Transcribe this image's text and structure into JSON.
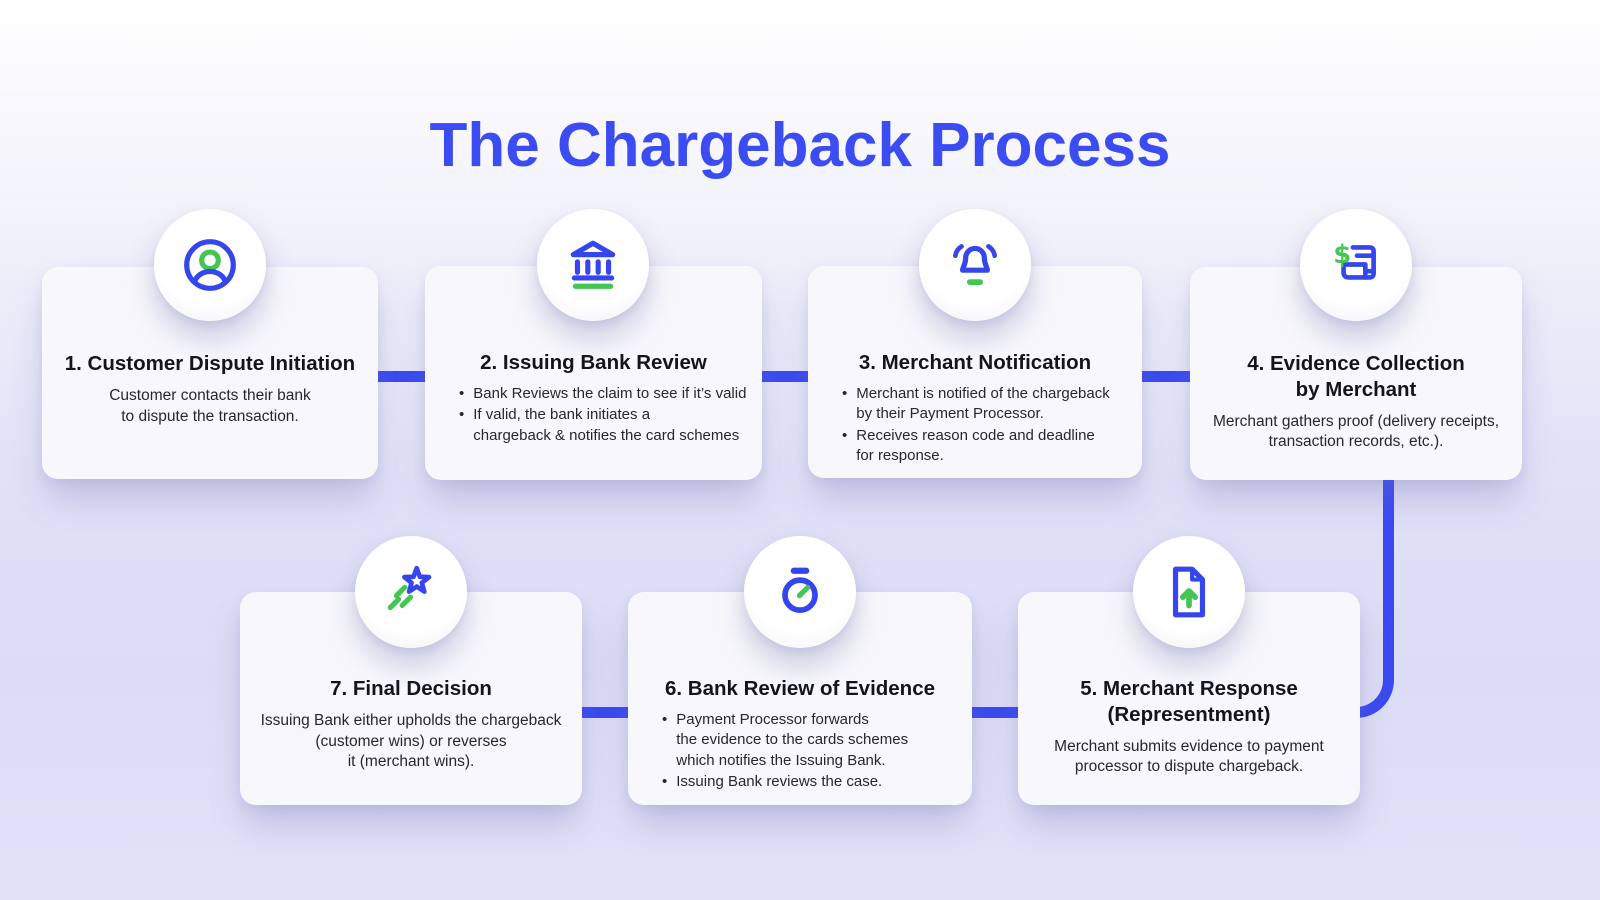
{
  "page": {
    "title": "The Chargeback Process"
  },
  "colors": {
    "title_blue": "#3b4cf2",
    "connector_blue": "#3a4af0",
    "icon_blue": "#3546ec",
    "icon_green": "#45c554",
    "card_background": "#f8f8fc",
    "background_bottom": "#e2e2f9",
    "heading_text": "#14151b",
    "body_text": "#26262e"
  },
  "steps": [
    {
      "heading": "1. Customer Dispute Initiation",
      "icon": "user-circle-icon",
      "body": "Customer contacts their bank\nto dispute the transaction."
    },
    {
      "heading": "2. Issuing Bank Review",
      "icon": "bank-icon",
      "bullets": [
        "Bank Reviews the claim to see if it’s valid",
        "If valid, the bank initiates a\nchargeback & notifies the card schemes"
      ]
    },
    {
      "heading": "3. Merchant Notification",
      "icon": "bell-icon",
      "bullets": [
        "Merchant is notified of the chargeback\nby their Payment Processor.",
        "Receives reason code and deadline\nfor response."
      ]
    },
    {
      "heading": "4. Evidence Collection\nby Merchant",
      "icon": "money-statement-icon",
      "body": "Merchant gathers proof (delivery receipts,\ntransaction records, etc.)."
    },
    {
      "heading": "5. Merchant Response\n(Representment)",
      "icon": "file-upload-icon",
      "body": "Merchant submits evidence to payment\nprocessor to dispute chargeback."
    },
    {
      "heading": "6. Bank Review of Evidence",
      "icon": "stopwatch-icon",
      "bullets": [
        "Payment Processor forwards\nthe evidence to the cards schemes\nwhich notifies the Issuing Bank.",
        "Issuing Bank reviews the case."
      ]
    },
    {
      "heading": "7. Final Decision",
      "icon": "shooting-star-icon",
      "body": "Issuing Bank either upholds the chargeback\n(customer wins) or reverses\nit (merchant wins)."
    }
  ],
  "bullet_glyph": "•"
}
